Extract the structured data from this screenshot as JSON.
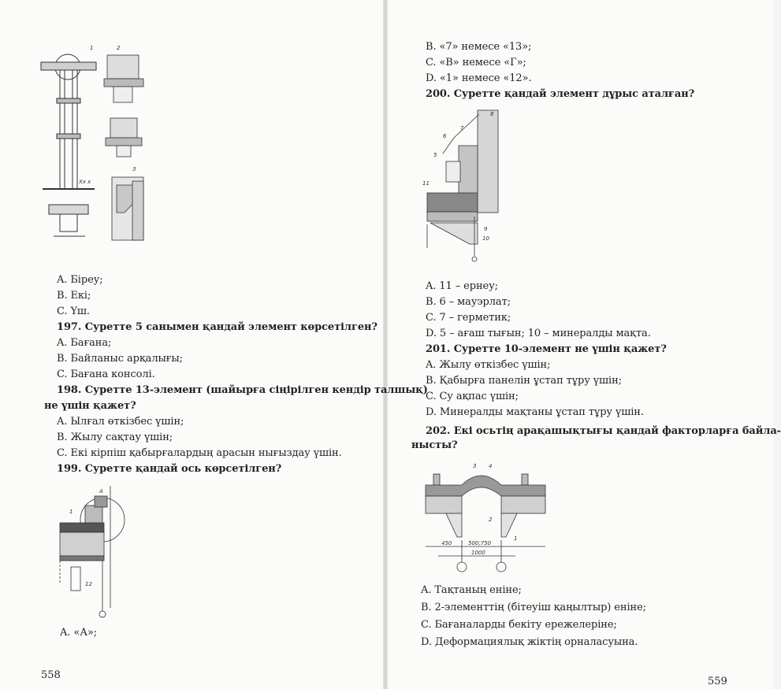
{
  "left_page": {
    "lines": [
      {
        "text": "A. Біреу;",
        "bold": false
      },
      {
        "text": "B. Екі;",
        "bold": false
      },
      {
        "text": "C. Үш.",
        "bold": false
      },
      {
        "text": "197. Суретте 5 санымен қандай элемент көрсетілген?",
        "bold": true
      },
      {
        "text": "A. Бағана;",
        "bold": false
      },
      {
        "text": "B. Байланыс арқалығы;",
        "bold": false
      },
      {
        "text": "C. Бағана консолі.",
        "bold": false
      },
      {
        "text": "198. Суретте 13-элемент (шайырға сіңірілген кендір талшық)",
        "bold": true
      },
      {
        "text": "не үшін қажет?",
        "bold": true
      },
      {
        "text": "A. Ылғал өткізбес үшін;",
        "bold": false
      },
      {
        "text": "B. Жылу сақтау үшін;",
        "bold": false
      },
      {
        "text": "C. Екі кірпіш қабырғалардың арасын нығыздау үшін.",
        "bold": false
      },
      {
        "text": "199. Суретте қандай ось көрсетілген?",
        "bold": true
      },
      {
        "text": "A. «А»;",
        "bold": false
      }
    ],
    "page_number": "558",
    "figure1_labels": [
      "1",
      "2",
      "3",
      "Хх х"
    ],
    "figure2_labels": [
      "А",
      "1",
      "12"
    ]
  },
  "right_page": {
    "lines": [
      {
        "text": "B. «7» немесе «13»;",
        "bold": false
      },
      {
        "text": "C. «В» немесе «Г»;",
        "bold": false
      },
      {
        "text": "D. «1» немесе «12».",
        "bold": false
      },
      {
        "text": "200. Суретте қандай элемент дұрыс аталған?",
        "bold": true
      },
      {
        "text": "A. 11 – ернеу;",
        "bold": false
      },
      {
        "text": "B. 6 – мауэрлат;",
        "bold": false
      },
      {
        "text": "C. 7 – герметик;",
        "bold": false
      },
      {
        "text": "D. 5 – ағаш тығын; 10 – минералды мақта.",
        "bold": false
      },
      {
        "text": "201. Суретте 10-элемент не үшін қажет?",
        "bold": true
      },
      {
        "text": "A. Жылу өткізбес үшін;",
        "bold": false
      },
      {
        "text": "B. Қабырға панелін ұстап тұру үшін;",
        "bold": false
      },
      {
        "text": "C. Су ақпас үшін;",
        "bold": false
      },
      {
        "text": "D. Минералды мақтаны ұстап тұру үшін.",
        "bold": false
      },
      {
        "text": "202. Екі осьтің арақашықтығы қандай факторларға байла-",
        "bold": true
      },
      {
        "text": "нысты?",
        "bold": true
      },
      {
        "text": "A. Тақтаның еніне;",
        "bold": false
      },
      {
        "text": "B. 2-элементтің (бітеуіш қаңылтыр) еніне;",
        "bold": false
      },
      {
        "text": "C. Бағаналарды бекіту ережелеріне;",
        "bold": false
      },
      {
        "text": "D. Деформациялық жіктің орналасуына.",
        "bold": false
      }
    ],
    "page_number": "559",
    "figure3_labels": [
      "8",
      "7",
      "6",
      "5",
      "11",
      "9",
      "10"
    ],
    "figure4_labels": [
      "3",
      "4",
      "2",
      "1",
      "450",
      "500;750",
      "1000"
    ]
  }
}
